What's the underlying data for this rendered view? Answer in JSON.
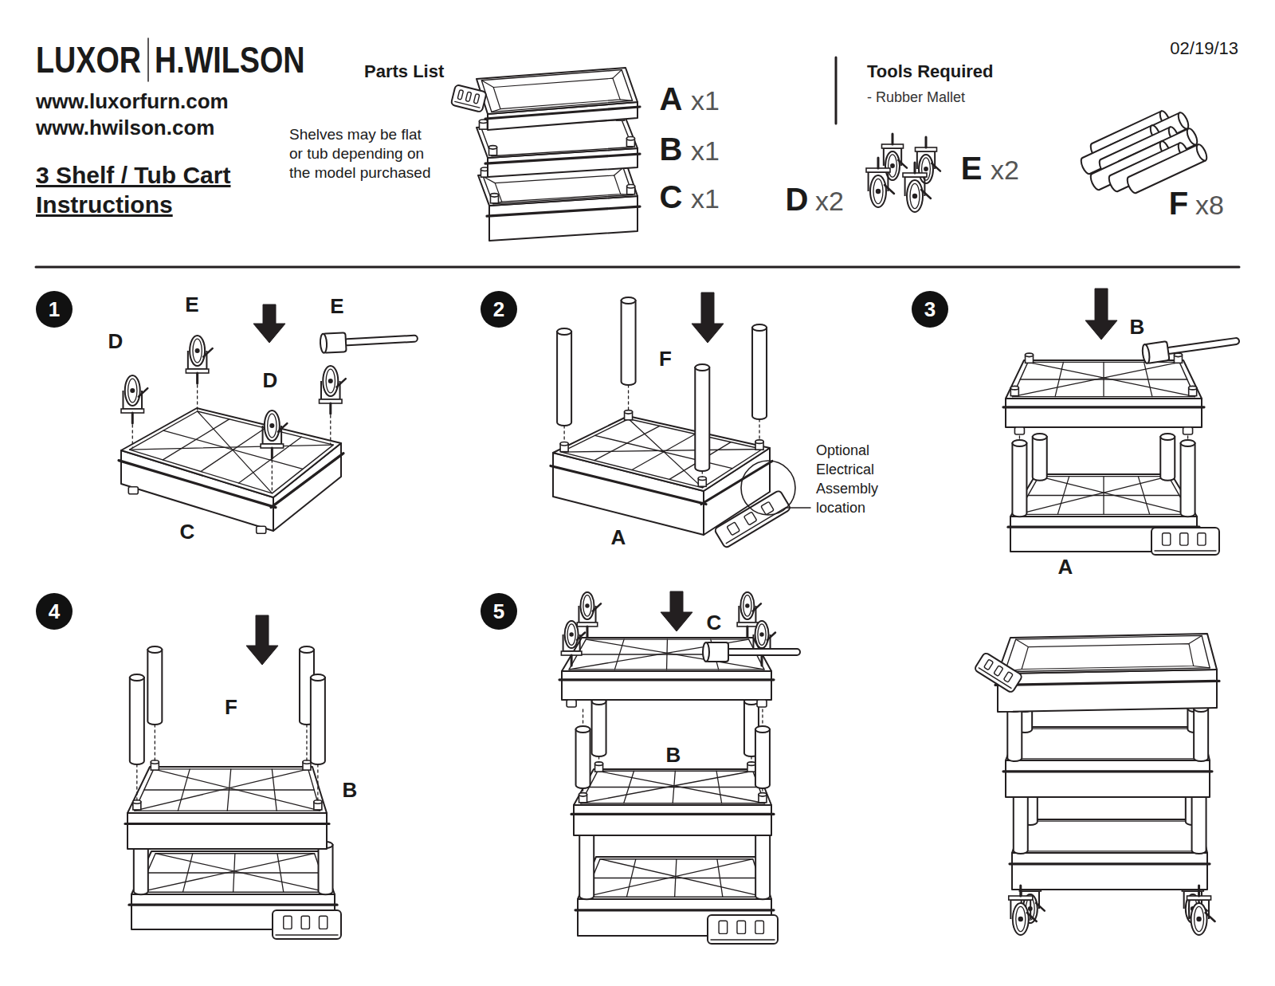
{
  "diagram": {
    "title": "3 Shelf / Tub Cart Instructions",
    "nodes": [
      {
        "text": [
          "1"
        ]
      },
      {
        "text": [
          "2"
        ]
      },
      {
        "text": [
          "3"
        ]
      },
      {
        "text": [
          "4"
        ]
      },
      {
        "text": [
          "5"
        ]
      }
    ],
    "labels": [
      "LUXOR",
      "H.WILSON",
      "www.luxorfurn.com",
      "www.hwilson.com",
      "Parts List",
      "Shelves may be flat or tub depending on the model purchased",
      "A",
      "x1",
      "B",
      "x1",
      "C",
      "x1",
      "Tools Required",
      "- Rubber Mallet",
      "02/19/13",
      "D",
      "x2",
      "E",
      "x2",
      "F",
      "x8",
      "D",
      "E",
      "E",
      "D",
      "C",
      "F",
      "A",
      "Optional Electrical Assembly location",
      "B",
      "A",
      "F",
      "B",
      "C",
      "B"
    ]
  }
}
